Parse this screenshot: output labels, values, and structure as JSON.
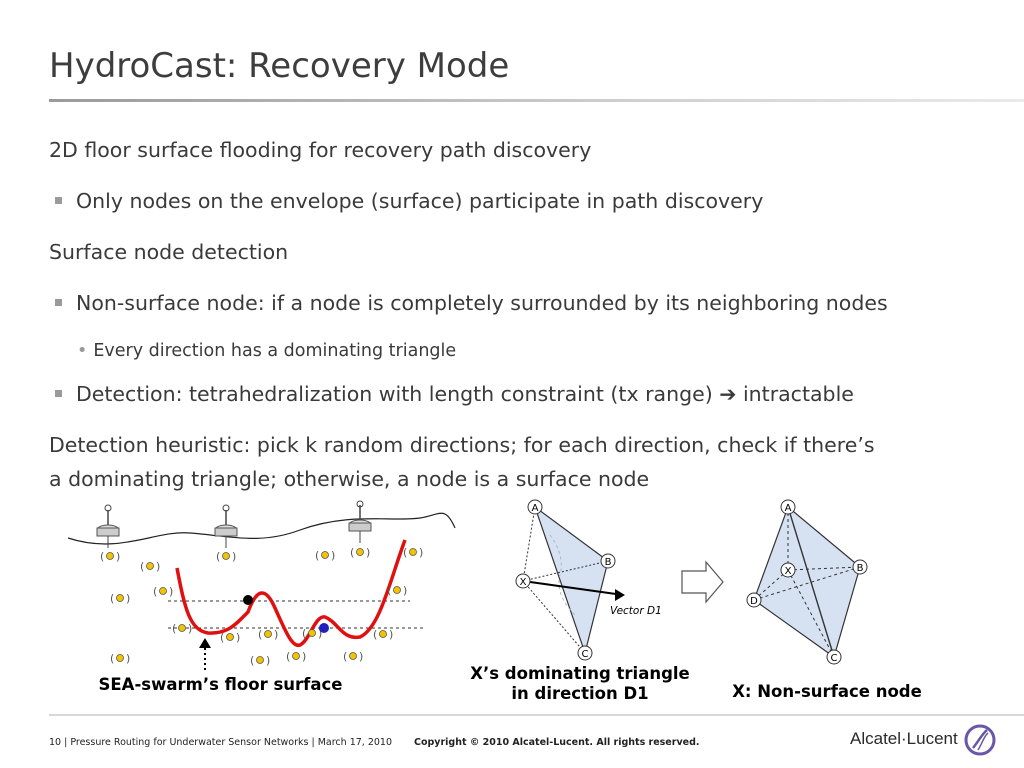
{
  "slide": {
    "title": "HydroCast: Recovery Mode",
    "body": {
      "p1": "2D floor surface flooding for recovery path discovery",
      "b1": "Only nodes on the envelope (surface) participate in path discovery",
      "p2": "Surface node detection",
      "b2": "Non-surface node: if a node is completely surrounded by its neighboring nodes",
      "b2_sub": "Every direction has a dominating triangle",
      "b3_pre": "Detection: tetrahedralization with length constraint (tx range)",
      "b3_arrow": "➔",
      "b3_post": "intractable",
      "p3_line1": "Detection heuristic: pick k random directions; for each direction, check if there’s",
      "p3_line2": "a dominating triangle; otherwise, a node is a surface node"
    },
    "figures": {
      "swarm_caption": "SEA-swarm’s floor surface",
      "triangle_caption_line1": "X’s dominating triangle",
      "triangle_caption_line2": "in direction D1",
      "nonsurface_caption": "X: Non-surface node",
      "vector_label": "Vector D1",
      "labels": {
        "A": "A",
        "B": "B",
        "C": "C",
        "D": "D",
        "X": "X"
      }
    },
    "footer": {
      "page_info": "10 | Pressure Routing for  Underwater Sensor Networks | March 17,  2010",
      "copyright": "Copyright © 2010 Alcatel-Lucent. All rights reserved.",
      "brand": "Alcatel·Lucent"
    },
    "colors": {
      "accent_red": "#e01010",
      "node_yellow": "#f2c400",
      "node_blue": "#2020c0",
      "triangle_fill": "#d6e2f2"
    }
  }
}
